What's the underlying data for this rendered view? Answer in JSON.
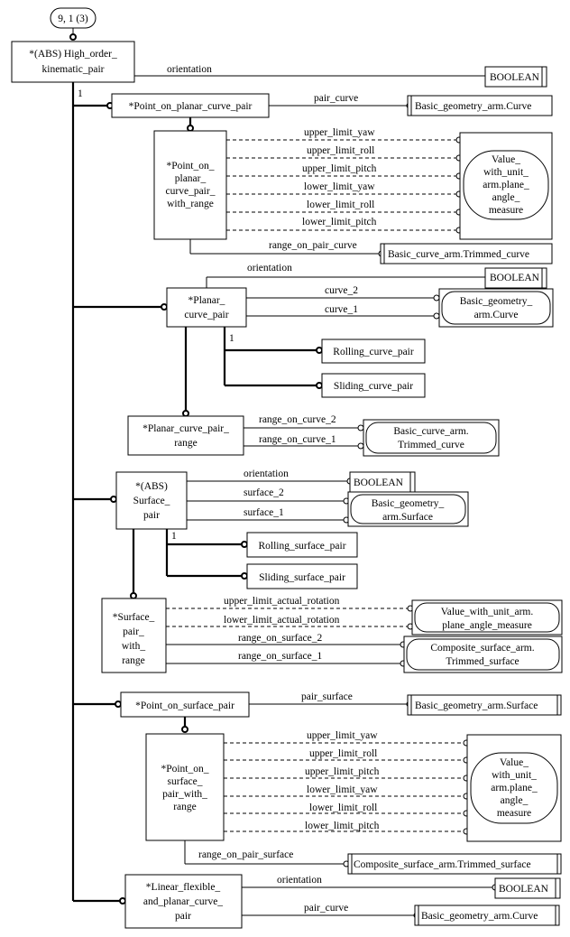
{
  "page_ref": "9, 1 (3)",
  "cardinality_one": "1",
  "entities": {
    "high_order": [
      "*(ABS) High_order_",
      "kinematic_pair"
    ],
    "point_on_planar": [
      "*Point_on_planar_curve_pair"
    ],
    "point_on_planar_range": [
      "*Point_on_",
      "planar_",
      "curve_pair_",
      "with_range"
    ],
    "planar_curve_pair": [
      "*Planar_",
      "curve_pair"
    ],
    "rolling_curve_pair": [
      "Rolling_curve_pair"
    ],
    "sliding_curve_pair": [
      "Sliding_curve_pair"
    ],
    "planar_curve_pair_range": [
      "*Planar_curve_pair_",
      "range"
    ],
    "surface_pair": [
      "*(ABS)",
      "Surface_",
      "pair"
    ],
    "rolling_surface_pair": [
      "Rolling_surface_pair"
    ],
    "sliding_surface_pair": [
      "Sliding_surface_pair"
    ],
    "surface_pair_with_range": [
      "*Surface_",
      "pair_",
      "with_",
      "range"
    ],
    "point_on_surface": [
      "*Point_on_surface_pair"
    ],
    "point_on_surface_range": [
      "*Point_on_",
      "surface_",
      "pair_with_",
      "range"
    ],
    "linear_flexible": [
      "*Linear_flexible_",
      "and_planar_curve_",
      "pair"
    ]
  },
  "types": {
    "boolean": [
      "BOOLEAN"
    ],
    "geom_curve": [
      "Basic_geometry_arm.Curve"
    ],
    "value_angle_1": [
      "Value_",
      "with_unit_",
      "arm.plane_",
      "angle_",
      "measure"
    ],
    "trimmed_curve_1": [
      "Basic_curve_arm.Trimmed_curve"
    ],
    "geom_curve_2": [
      "Basic_geometry_",
      "arm.Curve"
    ],
    "trimmed_curve_2": [
      "Basic_curve_arm.",
      "Trimmed_curve"
    ],
    "geom_surface_1": [
      "Basic_geometry_",
      "arm.Surface"
    ],
    "value_angle_2": [
      "Value_with_unit_arm.",
      "plane_angle_measure"
    ],
    "composite_surface_1": [
      "Composite_surface_arm.",
      "Trimmed_surface"
    ],
    "geom_surface_2": [
      "Basic_geometry_arm.Surface"
    ],
    "composite_surface_2": [
      "Composite_surface_arm.Trimmed_surface"
    ]
  },
  "attributes": {
    "orientation": "orientation",
    "pair_curve": "pair_curve",
    "upper_limit_yaw": "upper_limit_yaw",
    "upper_limit_roll": "upper_limit_roll",
    "upper_limit_pitch": "upper_limit_pitch",
    "lower_limit_yaw": "lower_limit_yaw",
    "lower_limit_roll": "lower_limit_roll",
    "lower_limit_pitch": "lower_limit_pitch",
    "range_on_pair_curve": "range_on_pair_curve",
    "curve_2": "curve_2",
    "curve_1": "curve_1",
    "range_on_curve_2": "range_on_curve_2",
    "range_on_curve_1": "range_on_curve_1",
    "surface_2": "surface_2",
    "surface_1": "surface_1",
    "upper_limit_actual_rotation": "upper_limit_actual_rotation",
    "lower_limit_actual_rotation": "lower_limit_actual_rotation",
    "range_on_surface_2": "range_on_surface_2",
    "range_on_surface_1": "range_on_surface_1",
    "pair_surface": "pair_surface",
    "range_on_pair_surface": "range_on_pair_surface"
  }
}
